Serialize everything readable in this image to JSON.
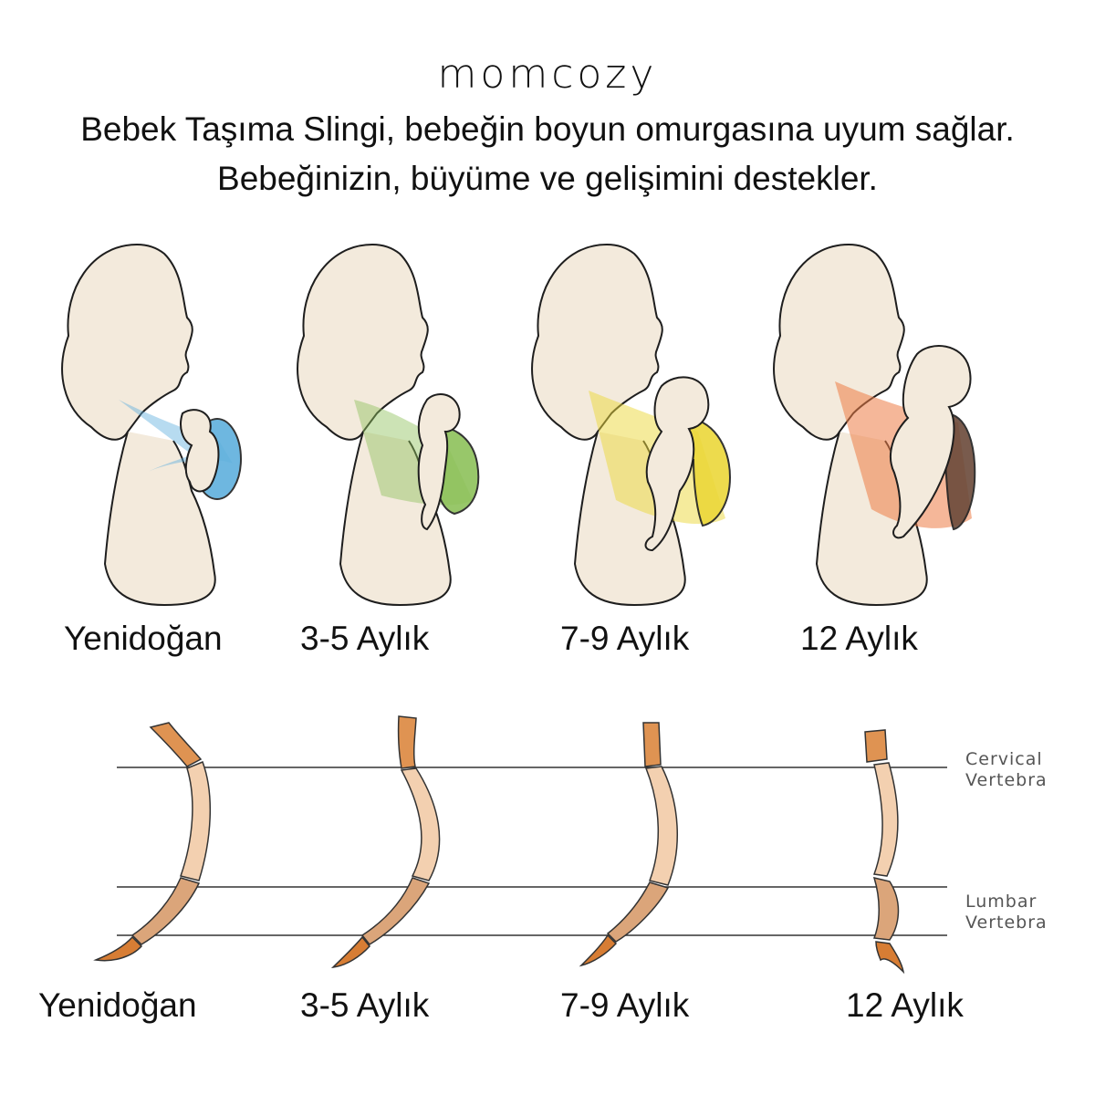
{
  "header": {
    "brand": "momcozy",
    "line1": "Bebek Taşıma Slingi, bebeğin boyun omurgasına uyum sağlar.",
    "line2": "Bebeğinizin, büyüme ve gelişimini destekler."
  },
  "stages": [
    {
      "label": "Yenidoğan",
      "color": "#5fb0dd"
    },
    {
      "label": "3-5 Aylık",
      "color": "#8dc15a"
    },
    {
      "label": "7-9 Aylık",
      "color": "#ecd83a"
    },
    {
      "label": "12 Aylık",
      "color": "#ec7b45"
    }
  ],
  "spine_section": {
    "cervical_line1": "Cervical",
    "cervical_line2": "Vertebra",
    "lumbar_line1": "Lumbar",
    "lumbar_line2": "Vertebra",
    "colors": {
      "cervical": "#df9352",
      "thoracic": "#f3d0b0",
      "lumbar": "#dba57a",
      "sacral": "#d77d34"
    },
    "labels": [
      "Yenidoğan",
      "3-5 Aylık",
      "7-9 Aylık",
      "12 Aylık"
    ]
  },
  "colors": {
    "skin": "#f3eadc",
    "outline": "#1e1e1e"
  }
}
